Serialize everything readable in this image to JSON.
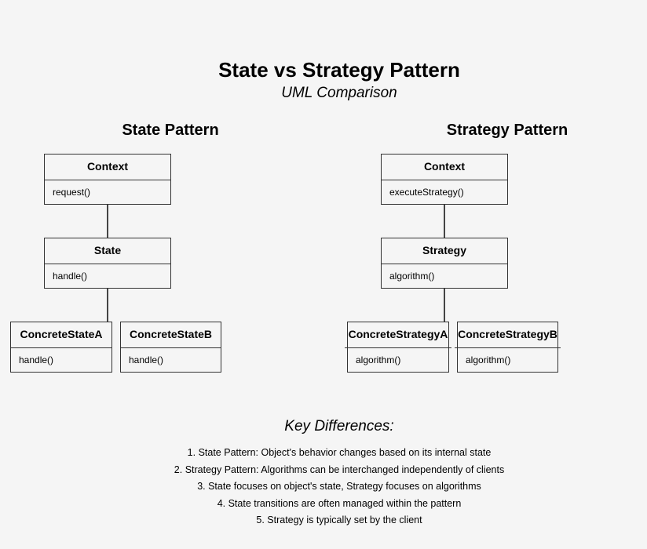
{
  "header": {
    "title": "State vs Strategy Pattern",
    "subtitle": "UML Comparison"
  },
  "state_pattern": {
    "title": "State Pattern",
    "context": {
      "name": "Context",
      "method": "request()"
    },
    "interface": {
      "name": "State",
      "method": "handle()"
    },
    "concrete": [
      {
        "name": "ConcreteStateA",
        "method": "handle()"
      },
      {
        "name": "ConcreteStateB",
        "method": "handle()"
      }
    ]
  },
  "strategy_pattern": {
    "title": "Strategy Pattern",
    "context": {
      "name": "Context",
      "method": "executeStrategy()"
    },
    "interface": {
      "name": "Strategy",
      "method": "algorithm()"
    },
    "concrete": [
      {
        "name": "ConcreteStrategyA",
        "method": "algorithm()"
      },
      {
        "name": "ConcreteStrategyB",
        "method": "algorithm()"
      }
    ]
  },
  "key_differences": {
    "title": "Key Differences:",
    "items": [
      "1. State Pattern: Object's behavior changes based on its internal state",
      "2. Strategy Pattern: Algorithms can be interchanged independently of clients",
      "3. State focuses on object's state, Strategy focuses on algorithms",
      "4. State transitions are often managed within the pattern",
      "5. Strategy is typically set by the client"
    ]
  },
  "colors": {
    "background": "#f5f5f5",
    "border": "#333333",
    "connector": "#444444",
    "text": "#000000"
  }
}
